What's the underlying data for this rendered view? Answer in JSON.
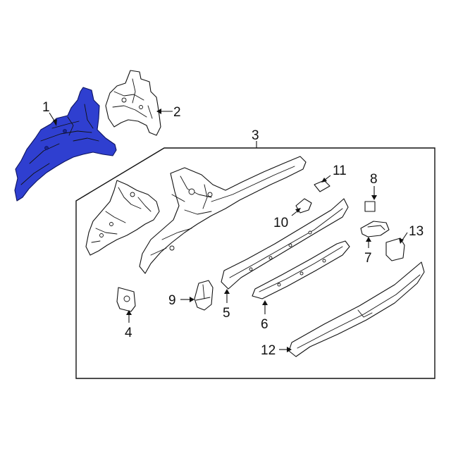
{
  "diagram": {
    "callouts": [
      {
        "id": "1",
        "text": "1"
      },
      {
        "id": "2",
        "text": "2"
      },
      {
        "id": "3",
        "text": "3"
      },
      {
        "id": "4",
        "text": "4"
      },
      {
        "id": "5",
        "text": "5"
      },
      {
        "id": "6",
        "text": "6"
      },
      {
        "id": "7",
        "text": "7"
      },
      {
        "id": "8",
        "text": "8"
      },
      {
        "id": "9",
        "text": "9"
      },
      {
        "id": "10",
        "text": "10"
      },
      {
        "id": "11",
        "text": "11"
      },
      {
        "id": "12",
        "text": "12"
      },
      {
        "id": "13",
        "text": "13"
      }
    ],
    "colors": {
      "highlight": "#2f3fd0",
      "line": "#111111",
      "background": "#ffffff"
    }
  }
}
